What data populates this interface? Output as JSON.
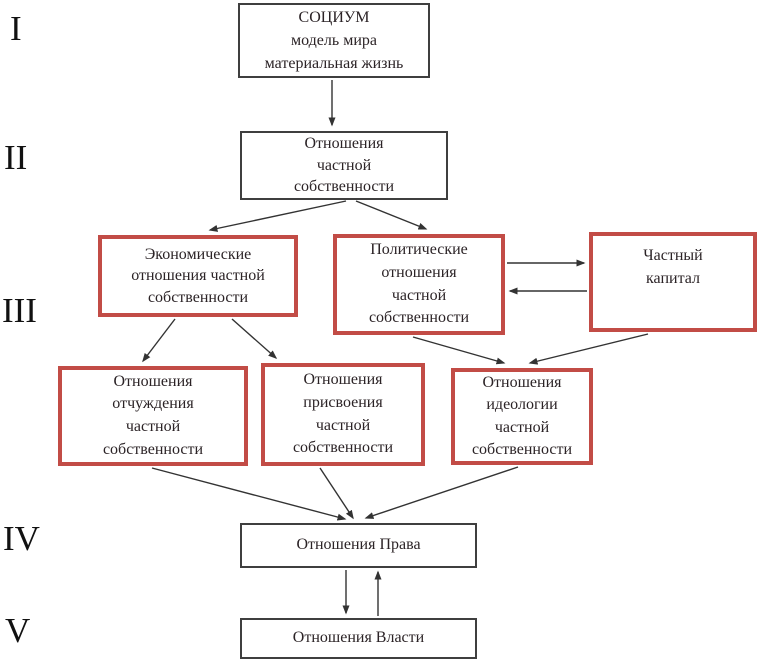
{
  "colors": {
    "red_border": "#c24c46",
    "dark_border": "#3f3f3f",
    "text": "#2b2326",
    "arrow": "#333333",
    "background": "#ffffff"
  },
  "levels": [
    {
      "numeral": "I"
    },
    {
      "numeral": "II"
    },
    {
      "numeral": "III"
    },
    {
      "numeral": "IV"
    },
    {
      "numeral": "V"
    }
  ],
  "boxes": {
    "socium": {
      "lines": [
        "СОЦИУМ",
        "модель мира",
        "материальная жизнь"
      ]
    },
    "private_property": {
      "lines": [
        "Отношения",
        "частной",
        "собственности"
      ]
    },
    "economic": {
      "lines": [
        "Экономические",
        "отношения частной",
        "собственности"
      ]
    },
    "political": {
      "lines": [
        "Политические",
        "отношения",
        "частной",
        "собственности"
      ]
    },
    "capital": {
      "lines": [
        "Частный",
        "капитал"
      ]
    },
    "alienation": {
      "lines": [
        "Отношения",
        "отчуждения",
        "частной",
        "собственности"
      ]
    },
    "appropriation": {
      "lines": [
        "Отношения",
        "присвоения",
        "частной",
        "собственности"
      ]
    },
    "ideology": {
      "lines": [
        "Отношения",
        "идеологии",
        "частной",
        "собственности"
      ]
    },
    "law": {
      "lines": [
        "Отношения Права"
      ]
    },
    "power": {
      "lines": [
        "Отношения Власти"
      ]
    }
  }
}
